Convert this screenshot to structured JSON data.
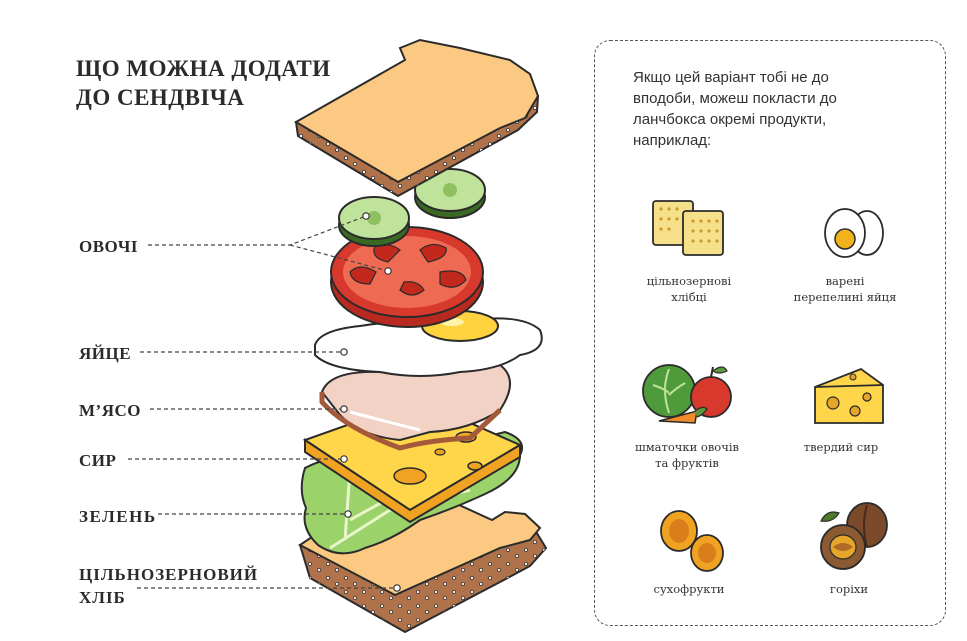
{
  "title": {
    "line1": "ЩО МОЖНА ДОДАТИ",
    "line2": "ДО СЕНДВІЧА"
  },
  "layers": [
    {
      "id": "veg",
      "label": "ОВОЧІ"
    },
    {
      "id": "egg",
      "label": "ЯЙЦЕ"
    },
    {
      "id": "meat",
      "label": "М’ЯСО"
    },
    {
      "id": "cheese",
      "label": "СИР"
    },
    {
      "id": "greens",
      "label": "ЗЕЛЕНЬ"
    },
    {
      "id": "bread",
      "label": "ЦІЛЬНОЗЕРНОВИЙ ХЛІБ"
    }
  ],
  "panel": {
    "intro": "Якщо цей варіант тобі не до вподоби, можеш покласти до ланчбокса окремі продукти, наприклад:",
    "items": [
      {
        "icon": "crispbread-icon",
        "caption_lines": [
          "цільнозернові",
          "хлібці"
        ]
      },
      {
        "icon": "boiled-egg-icon",
        "caption_lines": [
          "варені",
          "перепелині яйця"
        ]
      },
      {
        "icon": "vegetables-fruits-icon",
        "caption_lines": [
          "шматочки овочів",
          "та фруктів"
        ]
      },
      {
        "icon": "cheese-icon",
        "caption_lines": [
          "твердий сир"
        ]
      },
      {
        "icon": "dried-fruits-icon",
        "caption_lines": [
          "сухофрукти"
        ]
      },
      {
        "icon": "nuts-icon",
        "caption_lines": [
          "горіхи"
        ]
      }
    ]
  },
  "colors": {
    "crust": "#b0724a",
    "bread": "#fcc983",
    "tomato": "#d73a2c",
    "cucumber": "#5a9a3a",
    "egg_yolk": "#ffd23f",
    "cheese": "#ffd54a",
    "lettuce": "#9bd26a",
    "meat": "#f1d2c4",
    "outline": "#2b2b2b"
  }
}
